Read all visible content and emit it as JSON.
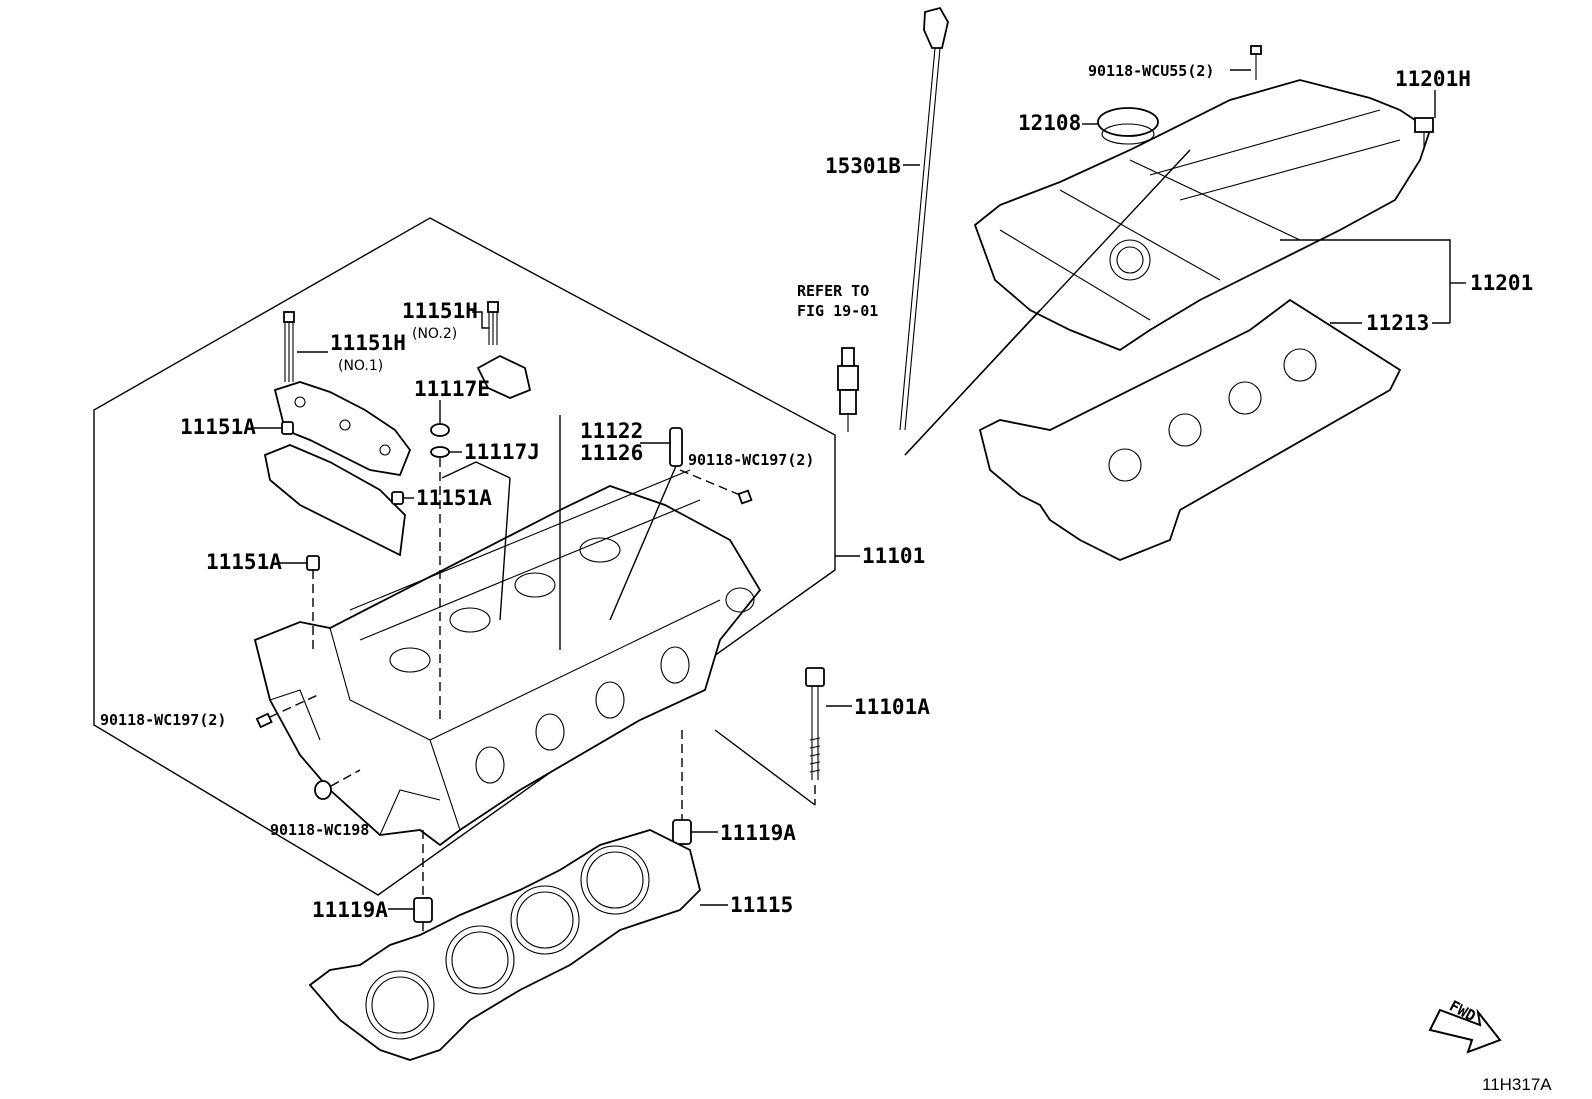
{
  "diagram": {
    "code": "11H317A",
    "fwd": "FWD",
    "refer_line1": "REFER TO",
    "refer_line2": "FIG 19-01",
    "labels": {
      "p15301B": "15301B",
      "p90118WCU55": "90118-WCU55(2)",
      "p12108": "12108",
      "p11201H": "11201H",
      "p11201": "11201",
      "p11213": "11213",
      "p11151H_top": "11151H",
      "no2": "(NO.2)",
      "p11151H": "11151H",
      "no1": "(NO.1)",
      "p11117E": "11117E",
      "p11151A_1": "11151A",
      "p11117J": "11117J",
      "p11122": "11122",
      "p11126": "11126",
      "p90118WC197_r": "90118-WC197(2)",
      "p11151A_2": "11151A",
      "p11151A_3": "11151A",
      "p11101": "11101",
      "p90118WC197_l": "90118-WC197(2)",
      "p11101A": "11101A",
      "p90118WC198": "90118-WC198",
      "p11119A_r": "11119A",
      "p11119A_l": "11119A",
      "p11115": "11115"
    }
  }
}
